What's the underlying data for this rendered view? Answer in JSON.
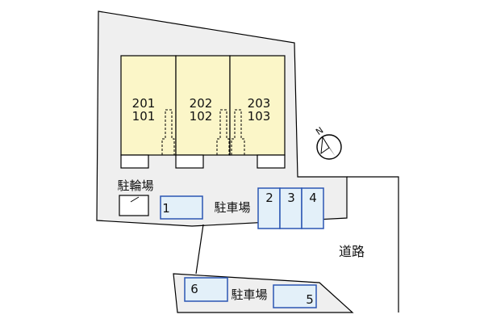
{
  "units": {
    "upper": [
      "201",
      "202",
      "203"
    ],
    "lower": [
      "101",
      "102",
      "103"
    ]
  },
  "bicycle_parking_label": "駐輪場",
  "parking_label": "駐車場",
  "road_label": "道路",
  "compass_label": "N",
  "parking_spaces": {
    "upper_left": "1",
    "upper_group": [
      "2",
      "3",
      "4"
    ],
    "lower_right": "5",
    "lower_left": "6"
  },
  "colors": {
    "lot": "#efefef",
    "building": "#fbf6c8",
    "parking_fill": "#e3f0f9",
    "parking_stroke": "#2b56b3",
    "line": "#000000"
  }
}
